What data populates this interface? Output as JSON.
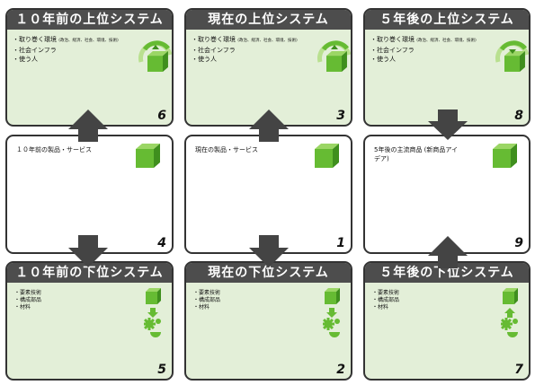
{
  "upper": [
    {
      "title": "１０年前の上位システム",
      "line1": "・取り巻く環境",
      "note": "(政治、経済、社会、環境、技術)",
      "line2": "・社会インフラ",
      "line3": "・使う人",
      "num": "6"
    },
    {
      "title": "現在の上位システム",
      "line1": "・取り巻く環境",
      "note": "(政治、経済、社会、環境、技術)",
      "line2": "・社会インフラ",
      "line3": "・使う人",
      "num": "3"
    },
    {
      "title": "５年後の上位システム",
      "line1": "・取り巻く環境",
      "note": "(政治、経済、社会、環境、技術)",
      "line2": "・社会インフラ",
      "line3": "・使う人",
      "num": "8"
    }
  ],
  "middle": [
    {
      "text": "１０年前の製品・サービス",
      "num": "4"
    },
    {
      "text": "現在の製品・サービス",
      "num": "1"
    },
    {
      "text": "5年後の主流商品 (新商品アイデア)",
      "num": "9"
    }
  ],
  "lower": [
    {
      "title": "１０年前の下位システム",
      "items": [
        "・要素技術",
        "・構成部品",
        "・材料"
      ],
      "num": "5"
    },
    {
      "title": "現在の下位システム",
      "items": [
        "・要素技術",
        "・構成部品",
        "・材料"
      ],
      "num": "2"
    },
    {
      "title": "５年後の下位システム",
      "items": [
        "・要素技術",
        "・構成部品",
        "・材料"
      ],
      "num": "7"
    }
  ],
  "colors": {
    "header": "#4d4d4d",
    "system_bg": "#e3efd8",
    "arrow": "#444444",
    "green": "#66bb33"
  }
}
